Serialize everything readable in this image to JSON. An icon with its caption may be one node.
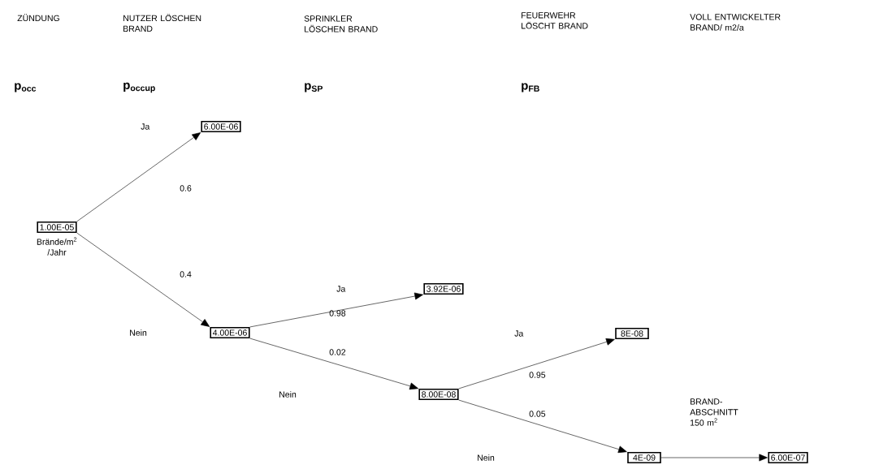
{
  "diagram": {
    "nodes": [
      {
        "text": [
          "1.00E-05"
        ],
        "beside": [
          "Brände/m$^{2}$ /Jahr"
        ]
      },
      {
        "text": [
          "6.00E-06"
        ]
      },
      {
        "text": [
          "4.00E-06"
        ]
      },
      {
        "text": [
          "3.92E-06"
        ]
      },
      {
        "text": [
          "8.00E-08"
        ]
      },
      {
        "text": [
          "8E-08"
        ]
      },
      {
        "text": [
          "4E-09"
        ]
      },
      {
        "text": [
          "6.00E-07"
        ]
      }
    ],
    "edges": [
      {
        "from": 0,
        "to": 1,
        "arrow": "to",
        "label": "0.6"
      },
      {
        "from": 0,
        "to": 2,
        "arrow": "to",
        "label": "0.4"
      },
      {
        "from": 2,
        "to": 3,
        "arrow": "to",
        "label": "0.98"
      },
      {
        "from": 2,
        "to": 4,
        "arrow": "to",
        "label": "0.02"
      },
      {
        "from": 4,
        "to": 5,
        "arrow": "to",
        "label": "0.95"
      },
      {
        "from": 4,
        "to": 6,
        "arrow": "to",
        "label": "0.05"
      },
      {
        "from": 6,
        "to": 7,
        "arrow": "to",
        "label": "BRAND- ABSCHNITT 150 m$^{2}$"
      }
    ],
    "labels": [
      "ZÜNDUNG",
      "NUTZER LÖSCHEN BRAND",
      "SPRINKLER LÖSCHEN BRAND",
      "FEUERWEHR LÖSCHT BRAND",
      "VOLL ENTWICKELTER BRAND/ m2/a",
      "p$_{occ}$",
      "p$_{occup}$",
      "p$_{SP}$",
      "p$_{FB}$",
      "Ja",
      "Ja",
      "Nein",
      "Ja",
      "Nein",
      "Nein"
    ]
  }
}
